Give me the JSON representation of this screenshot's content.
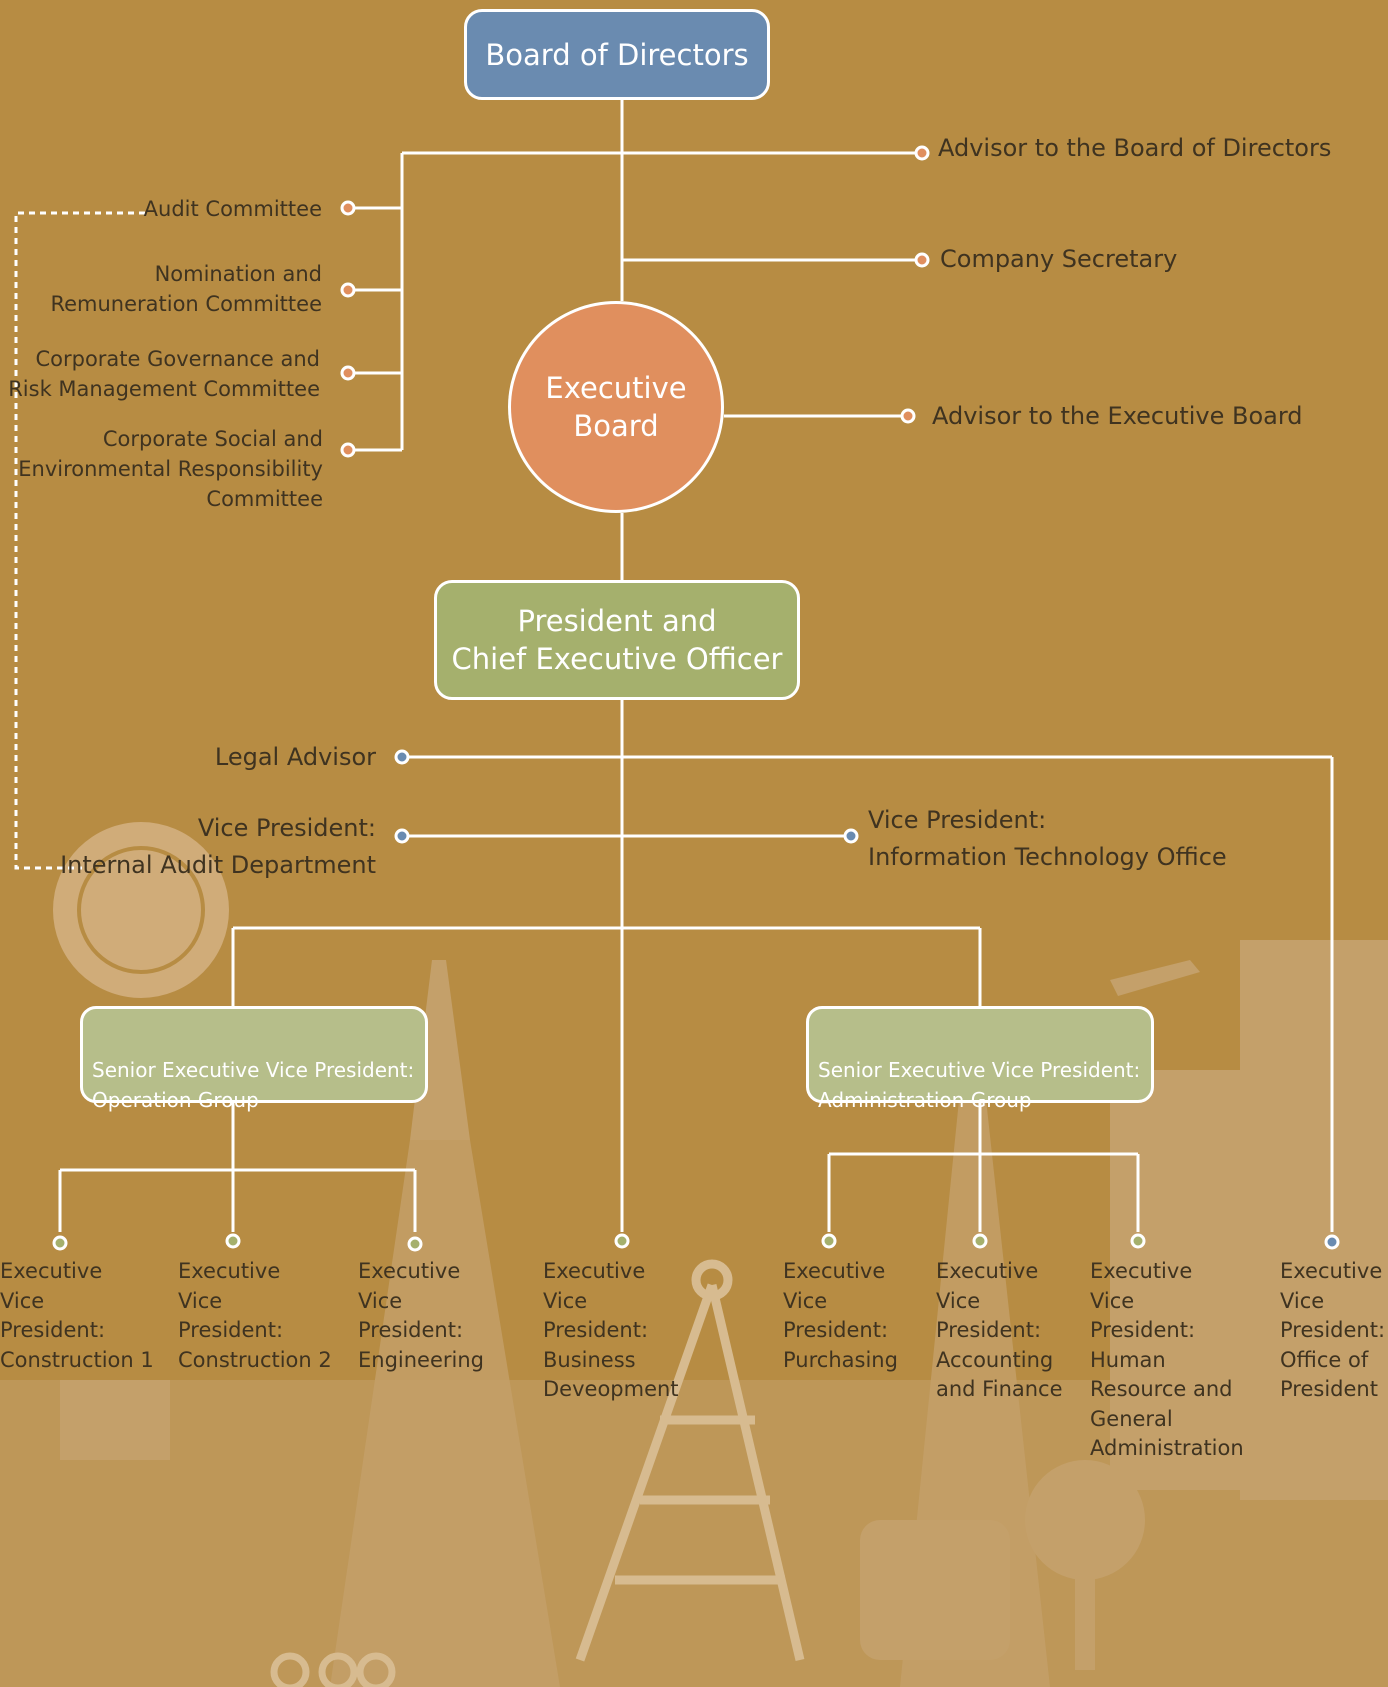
{
  "board": {
    "label": "Board of Directors"
  },
  "executive_board": {
    "label": "Executive\nBoard"
  },
  "ceo": {
    "label": "President and\nChief Executive Officer"
  },
  "right_side": {
    "advisor_board": "Advisor to the Board of Directors",
    "company_secretary": "Company Secretary",
    "advisor_exec": "Advisor to the Executive Board"
  },
  "committees": [
    "Audit Committee",
    "Nomination and\nRemuneration Committee",
    "Corporate Governance and\nRisk Management Committee",
    "Corporate Social and\nEnvironmental Responsibility\nCommittee"
  ],
  "legal_advisor": "Legal Advisor",
  "vp_internal_audit": "Vice President:\nInternal Audit Department",
  "vp_it": "Vice President:\nInformation Technology Office",
  "sevp_operation": "Senior Executive Vice President:\nOperation Group",
  "sevp_admin": "Senior Executive Vice President:\nAdministration Group",
  "evps": [
    "Executive\nVice\nPresident:\nConstruction 1",
    "Executive\nVice\nPresident:\nConstruction 2",
    "Executive\nVice\nPresident:\nEngineering",
    "Executive\nVice\nPresident:\nBusiness Deveopment",
    "Executive\nVice\nPresident:\nPurchasing",
    "Executive\nVice\nPresident:\nAccounting\nand Finance",
    "Executive\nVice\nPresident:\nHuman\nResource and\nGeneral\nAdministration",
    "Executive\nVice\nPresident:\nOffice of\nPresident"
  ],
  "colors": {
    "background": "#b78c43",
    "board_box": "#6a8bb0",
    "executive_circle": "#e08f5e",
    "ceo_box": "#a5b06d",
    "sevp_box": "#b6be8a",
    "dot_orange": "#e08f5e",
    "dot_green": "#a5b06d",
    "dot_blue": "#6a8bb0"
  }
}
